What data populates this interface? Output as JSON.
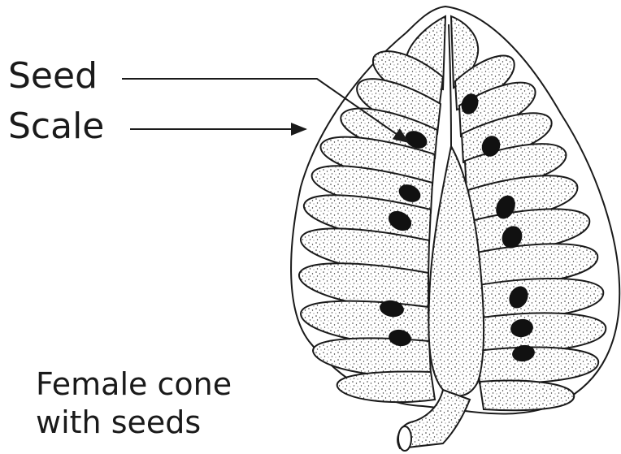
{
  "labels": {
    "seed": "Seed",
    "scale": "Scale"
  },
  "caption": {
    "line1": "Female cone",
    "line2": "with seeds"
  },
  "colors": {
    "ink": "#1a1a1a",
    "paper": "#ffffff"
  }
}
